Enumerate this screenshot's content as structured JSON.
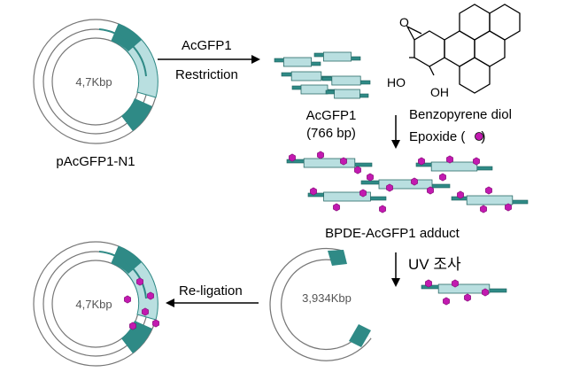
{
  "colors": {
    "teal": "#2f8a86",
    "light_teal": "#b9dfe0",
    "adduct": "#c21ab0",
    "ring_stroke": "#777777",
    "arrow": "#000000"
  },
  "plasmid_top": {
    "size": "4,7Kbp",
    "name": "pAcGFP1-N1"
  },
  "step1": {
    "line1": "AcGFP1",
    "line2": "Restriction"
  },
  "fragment": {
    "name": "AcGFP1",
    "size": "(766 bp)"
  },
  "bpde": {
    "name": "Benzopyrene diol",
    "epoxide": "Epoxide (",
    "epoxide_close": ")",
    "oh1": "HO",
    "oh2": "OH"
  },
  "adduct_label": "BPDE-AcGFP1 adduct",
  "uv_label": "UV 조사",
  "linear_plasmid": {
    "size": "3,934Kbp"
  },
  "religation": "Re-ligation",
  "plasmid_bottom": {
    "size": "4,7Kbp"
  }
}
